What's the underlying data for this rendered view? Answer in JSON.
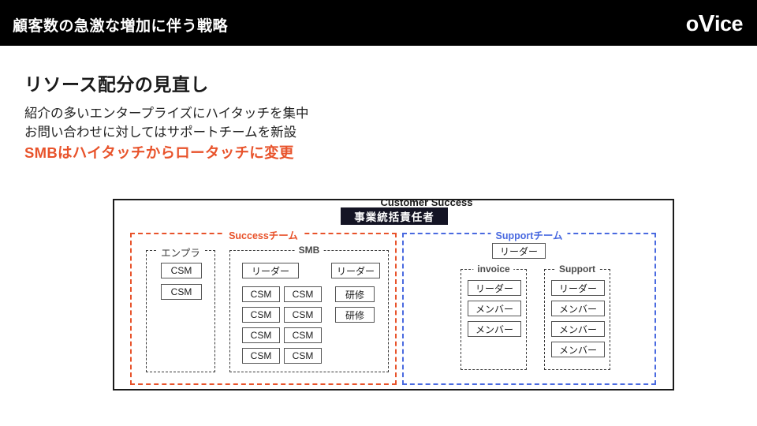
{
  "header": {
    "title": "顧客数の急激な増加に伴う戦略",
    "logo_pre": "o",
    "logo_v": "V",
    "logo_post": "ice",
    "bg_color": "#000000"
  },
  "slide": {
    "section_title": "リソース配分の見直し",
    "bullets": [
      {
        "text": "紹介の多いエンタープライズにハイタッチを集中",
        "emphasis": false
      },
      {
        "text": "お問い合わせに対してはサポートチームを新設",
        "emphasis": false
      },
      {
        "text": "SMBはハイタッチからロータッチに変更",
        "emphasis": true
      }
    ],
    "accent_color": "#e8532b"
  },
  "org_chart": {
    "top_label": "Customer Success",
    "head_box": "事業統括責任者",
    "success_team": {
      "label": "Successチーム",
      "color": "#e8532b",
      "groups": [
        {
          "label": "エンプラ",
          "nodes": [
            "CSM",
            "CSM"
          ]
        },
        {
          "label": "SMB",
          "columns": [
            {
              "nodes": [
                "リーダー",
                "CSM",
                "CSM",
                "CSM",
                "CSM"
              ]
            },
            {
              "nodes": [
                "CSM",
                "CSM",
                "CSM",
                "CSM"
              ]
            },
            {
              "nodes": [
                "リーダー",
                "研修",
                "研修"
              ]
            }
          ]
        }
      ]
    },
    "support_team": {
      "label": "Supportチーム",
      "color": "#4a6ae0",
      "leader": "リーダー",
      "groups": [
        {
          "label": "invoice",
          "nodes": [
            "リーダー",
            "メンバー",
            "メンバー"
          ]
        },
        {
          "label": "Support",
          "nodes": [
            "リーダー",
            "メンバー",
            "メンバー",
            "メンバー"
          ]
        }
      ]
    }
  }
}
